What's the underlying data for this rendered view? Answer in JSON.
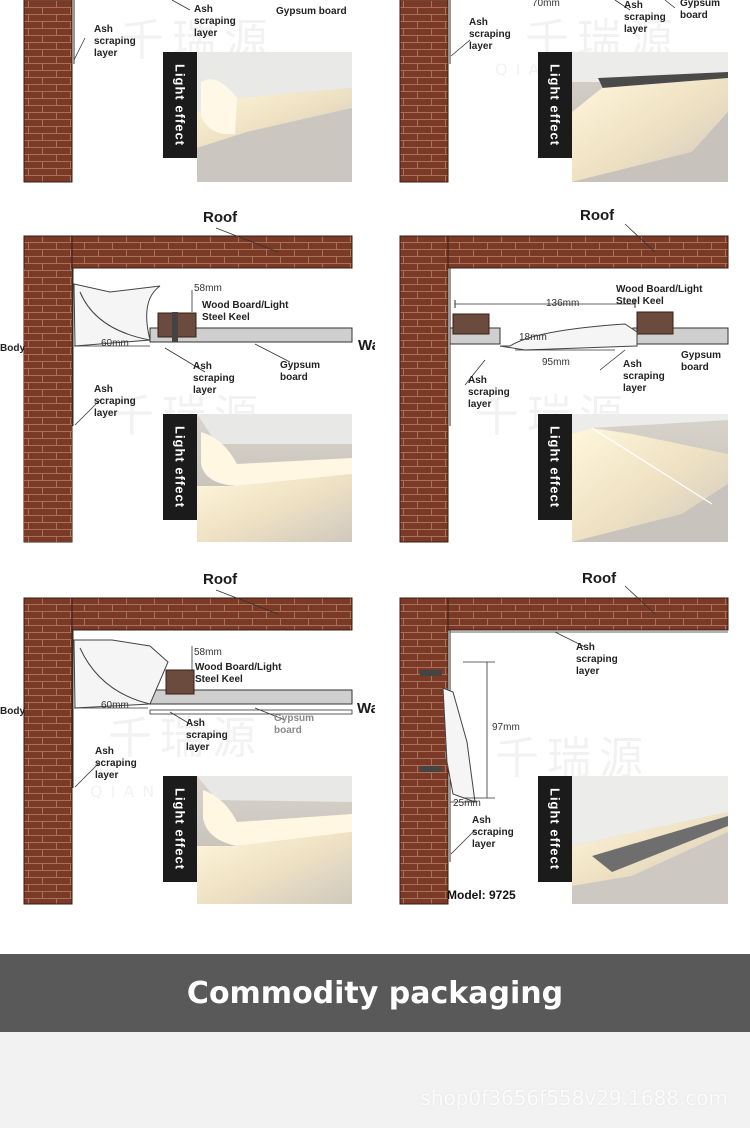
{
  "watermark": {
    "cn": "千瑞源",
    "en": "QIAN"
  },
  "panels": [
    {
      "id": "p1",
      "labels": {
        "ash": "Ash scraping layer",
        "ash_top": "Ash scraping layer",
        "gypsum": "Gypsum board"
      },
      "badge": "Light effect"
    },
    {
      "id": "p2",
      "labels": {
        "dim": "70mm",
        "ash": "Ash scraping layer",
        "ash_top": "Ash scraping layer",
        "gypsum": "Gypsum board"
      },
      "badge": "Light effect"
    },
    {
      "id": "p3",
      "labels": {
        "roof": "Roof",
        "dim_h": "58mm",
        "dim_w": "60mm",
        "keel": "Wood Board/Light Steel Keel",
        "wall": "Wall",
        "body": "Body",
        "ash1": "Ash scraping layer",
        "ash2": "Ash scraping layer",
        "gypsum": "Gypsum board"
      },
      "badge": "Light effect"
    },
    {
      "id": "p4",
      "labels": {
        "roof": "Roof",
        "keel": "Wood Board/Light Steel Keel",
        "dim_136": "136mm",
        "dim_18": "18mm",
        "dim_95": "95mm",
        "gypsum": "Gypsum board",
        "ash1": "Ash scraping layer",
        "ash2": "Ash scraping layer"
      },
      "badge": "Light effect"
    },
    {
      "id": "p5",
      "labels": {
        "roof": "Roof",
        "dim_h": "58mm",
        "keel": "Wood Board/Light Steel Keel",
        "wall": "Wall",
        "body": "Body",
        "dim_w": "60mm",
        "ash1": "Ash scraping layer",
        "gypsum": "Gypsum board",
        "ash2": "Ash scraping layer"
      },
      "badge": "Light effect"
    },
    {
      "id": "p6",
      "labels": {
        "roof": "Roof",
        "ash1": "Ash scraping layer",
        "dim_97": "97mm",
        "dim_25": "25mm",
        "ash2": "Ash scraping layer",
        "model": "Model: 9725"
      },
      "badge": "Light effect"
    }
  ],
  "banner": {
    "title": "Commodity packaging"
  },
  "footer": {
    "shop_id": "shop0f3656f558v29.1688.com"
  },
  "colors": {
    "brick": "#7a3a26",
    "mortar": "#b58a78",
    "gypsum": "#d9d9d9",
    "banner": "#595959",
    "badge": "#1b1b1b"
  }
}
